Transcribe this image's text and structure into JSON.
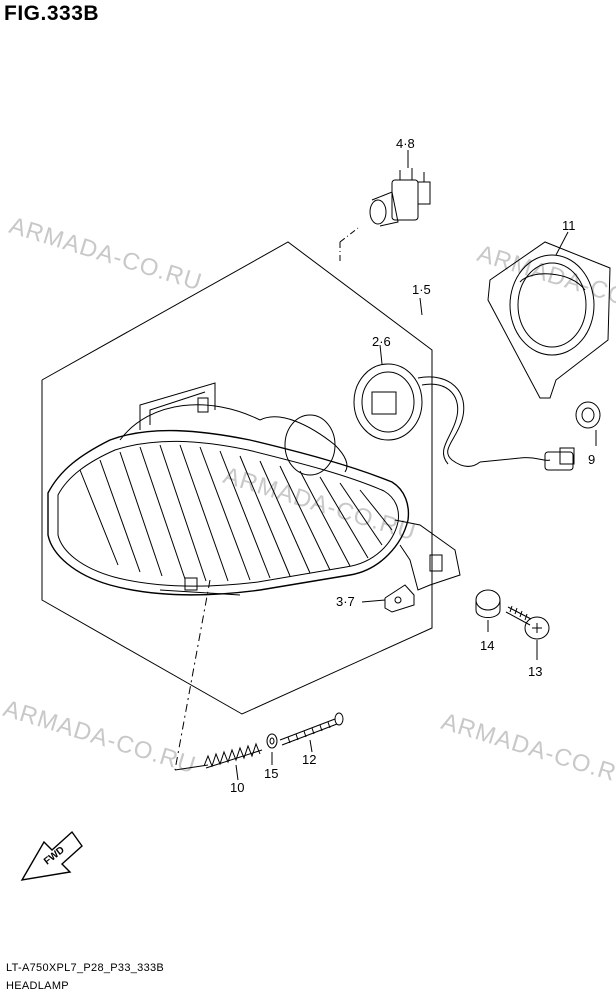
{
  "figure": {
    "title": "FIG.333B",
    "model_code": "LT-A750XPL7_P28_P33_333B",
    "name": "HEADLAMP"
  },
  "watermark": "ARMADA-CO.RU",
  "callouts": [
    {
      "id": "4-8",
      "text": "4·8",
      "part": "bulb"
    },
    {
      "id": "11",
      "text": "11",
      "part": "bulb-ring"
    },
    {
      "id": "1-5",
      "text": "1·5",
      "part": "headlamp-assembly"
    },
    {
      "id": "2-6",
      "text": "2·6",
      "part": "socket"
    },
    {
      "id": "9",
      "text": "9",
      "part": "grommet"
    },
    {
      "id": "3-7",
      "text": "3·7",
      "part": "bracket-nut"
    },
    {
      "id": "14",
      "text": "14",
      "part": "cushion"
    },
    {
      "id": "13",
      "text": "13",
      "part": "screw"
    },
    {
      "id": "12",
      "text": "12",
      "part": "adjusting-screw"
    },
    {
      "id": "15",
      "text": "15",
      "part": "washer"
    },
    {
      "id": "10",
      "text": "10",
      "part": "spring"
    }
  ],
  "direction_arrow": "FWD"
}
